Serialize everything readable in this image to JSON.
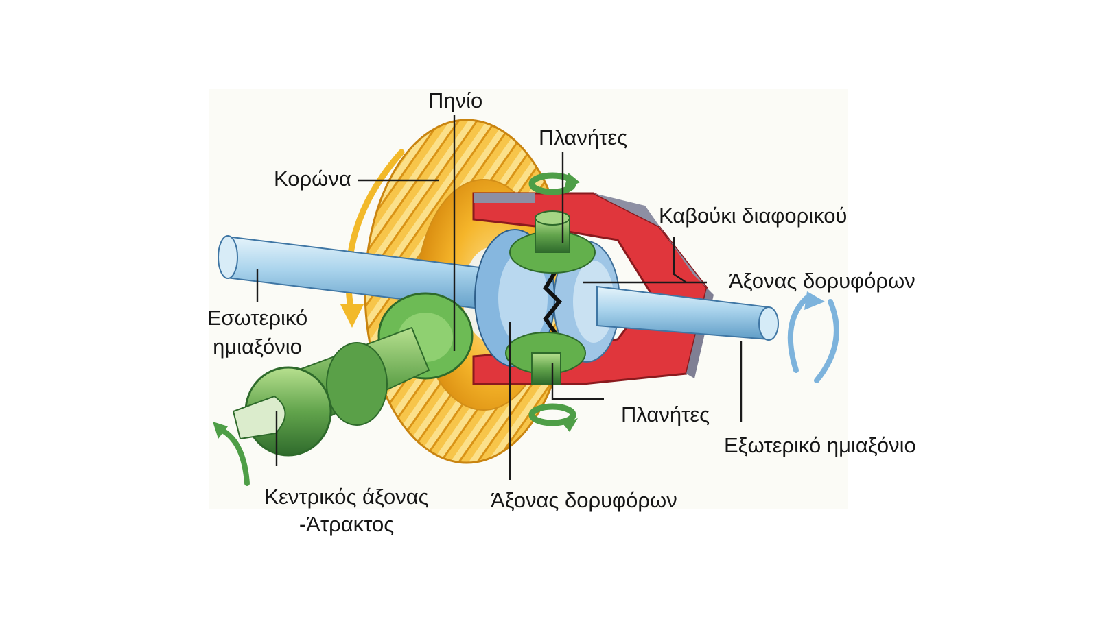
{
  "labels": {
    "pinion": "Πηνίο",
    "planets_top": "Πλανήτες",
    "crown": "Κορώνα",
    "housing": "Καβούκι διαφορικού",
    "satellite_axle_right": "Άξονας δορυφόρων",
    "inner_halfshaft_l1": "Εσωτερικό",
    "inner_halfshaft_l2": "ημιαξόνιο",
    "planets_bottom": "Πλανήτες",
    "outer_halfshaft": "Εξωτερικό ημιαξόνιο",
    "central_shaft_l1": "Κεντρικός άξονας",
    "central_shaft_l2": "-Άτρακτος",
    "satellite_axle_bottom": "Άξονας δορυφόρων"
  },
  "colors": {
    "crown_gear": "#f5b52a",
    "crown_gear_light": "#fcd874",
    "housing": "#e0363c",
    "housing_shade": "#7f7f94",
    "planet_gears": "#5fae4c",
    "side_gears": "#7fb1db",
    "halfshaft": "#a9d3ec",
    "pinion_shaft": "#62a44c",
    "rotation_arrow_yellow": "#f2b92a",
    "rotation_arrow_green": "#4e9e47",
    "rotation_arrow_blue": "#7db3dc",
    "leader_lines": "#1a1a1a"
  }
}
